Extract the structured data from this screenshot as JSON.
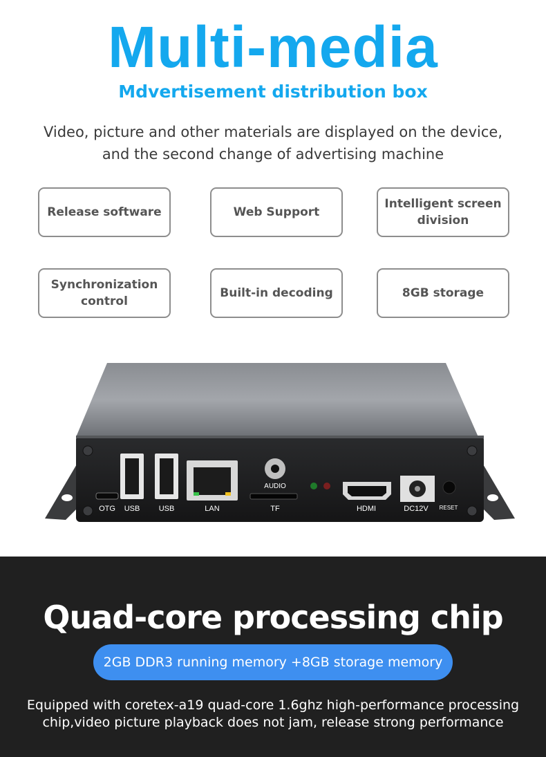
{
  "header": {
    "title": "Multi-media",
    "subtitle": "Mdvertisement distribution box",
    "description_line1": "Video, picture and other materials are displayed on the device,",
    "description_line2": "and the second change of advertising machine"
  },
  "features": [
    "Release software",
    "Web Support",
    "Intelligent screen division",
    "Synchronization control",
    "Built-in decoding",
    "8GB storage"
  ],
  "device": {
    "port_labels": {
      "otg": "OTG",
      "usb1": "USB",
      "usb2": "USB",
      "lan": "LAN",
      "audio": "AUDIO",
      "tf": "TF",
      "hdmi": "HDMI",
      "dc": "DC12V",
      "reset": "RESET"
    }
  },
  "chip_section": {
    "title": "Quad-core processing chip",
    "memory_badge": "2GB DDR3 running memory +8GB storage memory",
    "description_line1": "Equipped with coretex-a19 quad-core 1.6ghz high-performance processing",
    "description_line2": "chip,video picture playback does not jam, release strong performance"
  },
  "colors": {
    "accent": "#14a8ee",
    "badge": "#3e8ff0",
    "dark_band": "#202020"
  }
}
